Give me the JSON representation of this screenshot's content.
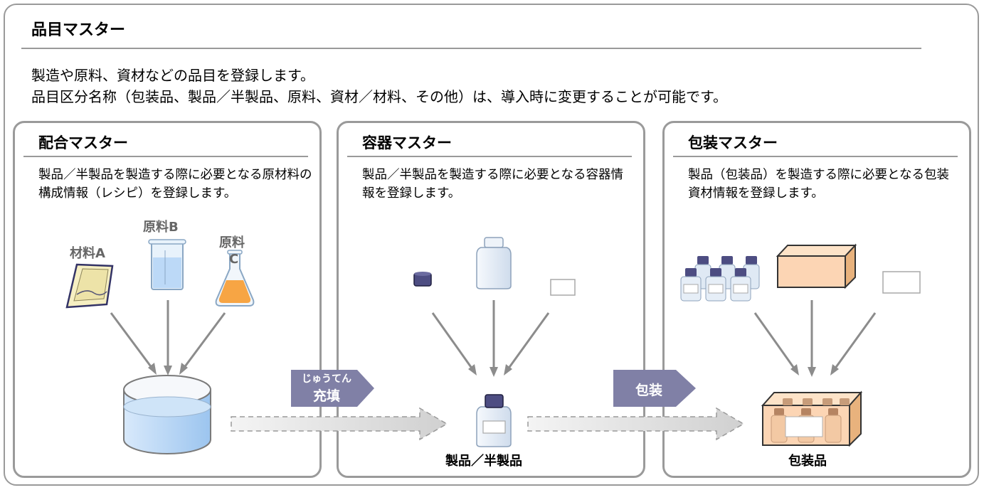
{
  "header": {
    "title": "品目マスター",
    "description_line1": "製造や原料、資材などの品目を登録します。",
    "description_line2": "品目区分名称（包装品、製品／半製品、原料、資材／材料、その他）は、導入時に変更することが可能です。"
  },
  "panels": [
    {
      "title": "配合マスター",
      "description": "製品／半製品を製造する際に必要となる原材料の構成情報（レシピ）を登録します。",
      "labels": {
        "material_a": "材料A",
        "raw_b": "原料B",
        "raw_c_line1": "原料",
        "raw_c_line2": "C"
      }
    },
    {
      "title": "容器マスター",
      "description": "製品／半製品を製造する際に必要となる容器情報を登録します。",
      "result_label": "製品／半製品"
    },
    {
      "title": "包装マスター",
      "description": "製品（包装品）を製造する際に必要となる包装資材情報を登録します。",
      "result_label": "包装品"
    }
  ],
  "steps": {
    "fill_ruby": "じゅうてん",
    "fill": "充填",
    "pack": "包装"
  },
  "colors": {
    "border": "#9a9a9a",
    "ribbon": "#8080a6",
    "arrow": "#8c8c8c",
    "liquid": "#bcd9f7",
    "box": "#fcd5b4"
  },
  "icons": [
    "paper-sachet-icon",
    "beaker-icon",
    "flask-icon",
    "mixing-tank-icon",
    "bottle-cap-icon",
    "bottle-icon",
    "label-icon",
    "bottles-group-icon",
    "carton-box-icon",
    "packaged-box-icon"
  ]
}
